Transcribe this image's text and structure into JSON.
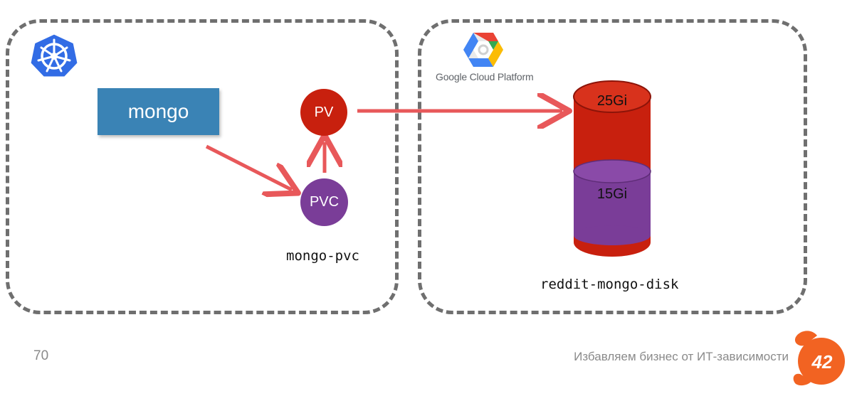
{
  "kubernetes": {
    "logo_icon": "kubernetes-helm-icon",
    "workload": {
      "label": "mongo"
    },
    "pv": {
      "label": "PV",
      "color": "#c8200e"
    },
    "pvc": {
      "label": "PVC",
      "color": "#7a3d98",
      "name": "mongo-pvc"
    }
  },
  "gcp": {
    "logo_icon": "google-cloud-hexagon-icon",
    "label": "Google Cloud Platform",
    "disk": {
      "name": "reddit-mongo-disk",
      "total": "25Gi",
      "used": "15Gi",
      "total_color": "#c8200e",
      "used_color": "#7a3d98"
    }
  },
  "arrows": [
    {
      "from": "mongo",
      "to": "PVC"
    },
    {
      "from": "PVC",
      "to": "PV"
    },
    {
      "from": "PV",
      "to": "disk"
    }
  ],
  "footer": {
    "page_number": "70",
    "tagline": "Избавляем бизнес от ИТ-зависимости",
    "badge": "42",
    "badge_color": "#f26322"
  }
}
